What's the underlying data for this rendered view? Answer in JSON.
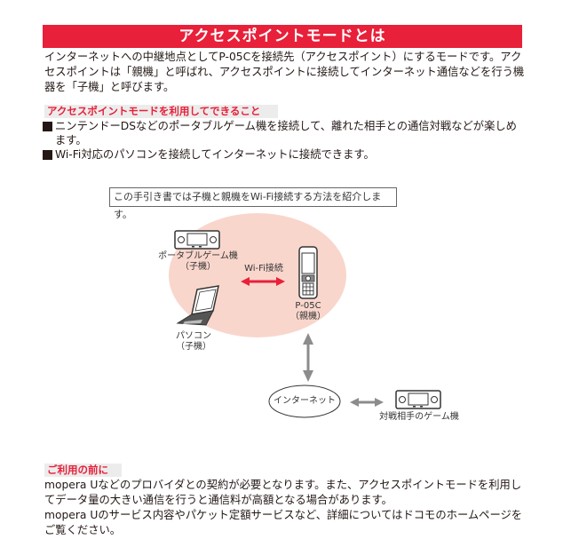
{
  "title": "アクセスポイントモードとは",
  "intro": "インターネットへの中継地点としてP-05Cを接続先（アクセスポイント）にするモードです。アクセスポイントは「親機」と呼ばれ、アクセスポイントに接続してインターネット通信などを行う機器を「子機」と呼びます。",
  "features": {
    "heading": "アクセスポイントモードを利用してできること",
    "bullets": [
      "ニンテンドーDSなどのポータブルゲーム機を接続して、離れた相手との通信対戦などが楽しめます。",
      "Wi-Fi対応のパソコンを接続してインターネットに接続できます。"
    ]
  },
  "diagram": {
    "caption": "この手引き書では子機と親機をWi-Fi接続する方法を紹介します。",
    "game_device_label": "ポータブルゲーム機",
    "game_device_role": "（子機）",
    "pc_label": "パソコン",
    "pc_role": "（子機）",
    "wifi_label": "Wi-Fi接続",
    "phone_label": "P-05C",
    "phone_role": "（親機）",
    "internet_label": "インターネット",
    "opponent_label": "対戦相手のゲーム機",
    "colors": {
      "zone": "#f9d6cc",
      "wifi_arrow": "#e8203a",
      "link_arrow": "#8c8c8c"
    }
  },
  "notes": {
    "heading": "ご利用の前に",
    "lines": [
      "mopera Uなどのプロバイダとの契約が必要となります。また、アクセスポイントモードを利用してデータ量の大きい通信を行うと通信料が高額となる場合があります。",
      "mopera Uのサービス内容やパケット定額サービスなど、詳細についてはドコモのホームページをご覧ください。"
    ]
  },
  "theme": {
    "accent": "#e8203a",
    "label_bg": "#ececec"
  }
}
